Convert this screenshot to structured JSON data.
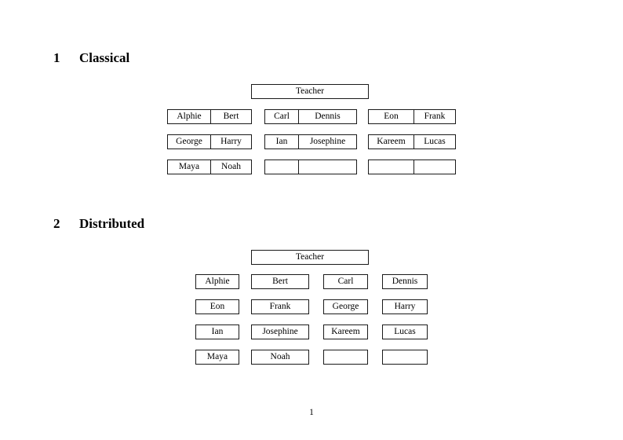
{
  "document": {
    "page_number": "1",
    "sections": [
      {
        "number": "1",
        "title": "Classical",
        "layout": "paired-columns",
        "teacher_label": "Teacher",
        "columns": [
          {
            "rows": [
              {
                "left": "Alphie",
                "right": "Bert"
              },
              {
                "left": "George",
                "right": "Harry"
              },
              {
                "left": "Maya",
                "right": "Noah"
              }
            ]
          },
          {
            "rows": [
              {
                "left": "Carl",
                "right": "Dennis"
              },
              {
                "left": "Ian",
                "right": "Josephine"
              },
              {
                "left": "",
                "right": ""
              }
            ]
          },
          {
            "rows": [
              {
                "left": "Eon",
                "right": "Frank"
              },
              {
                "left": "Kareem",
                "right": "Lucas"
              },
              {
                "left": "",
                "right": ""
              }
            ]
          }
        ]
      },
      {
        "number": "2",
        "title": "Distributed",
        "layout": "single-columns",
        "teacher_label": "Teacher",
        "columns": [
          {
            "cells": [
              "Alphie",
              "Eon",
              "Ian",
              "Maya"
            ]
          },
          {
            "cells": [
              "Bert",
              "Frank",
              "Josephine",
              "Noah"
            ]
          },
          {
            "cells": [
              "Carl",
              "George",
              "Kareem",
              ""
            ]
          },
          {
            "cells": [
              "Dennis",
              "Harry",
              "Lucas",
              ""
            ]
          }
        ]
      }
    ]
  },
  "colors": {
    "page_background": "#ffffff",
    "text": "#000000",
    "box_border": "#1a1a1a"
  }
}
